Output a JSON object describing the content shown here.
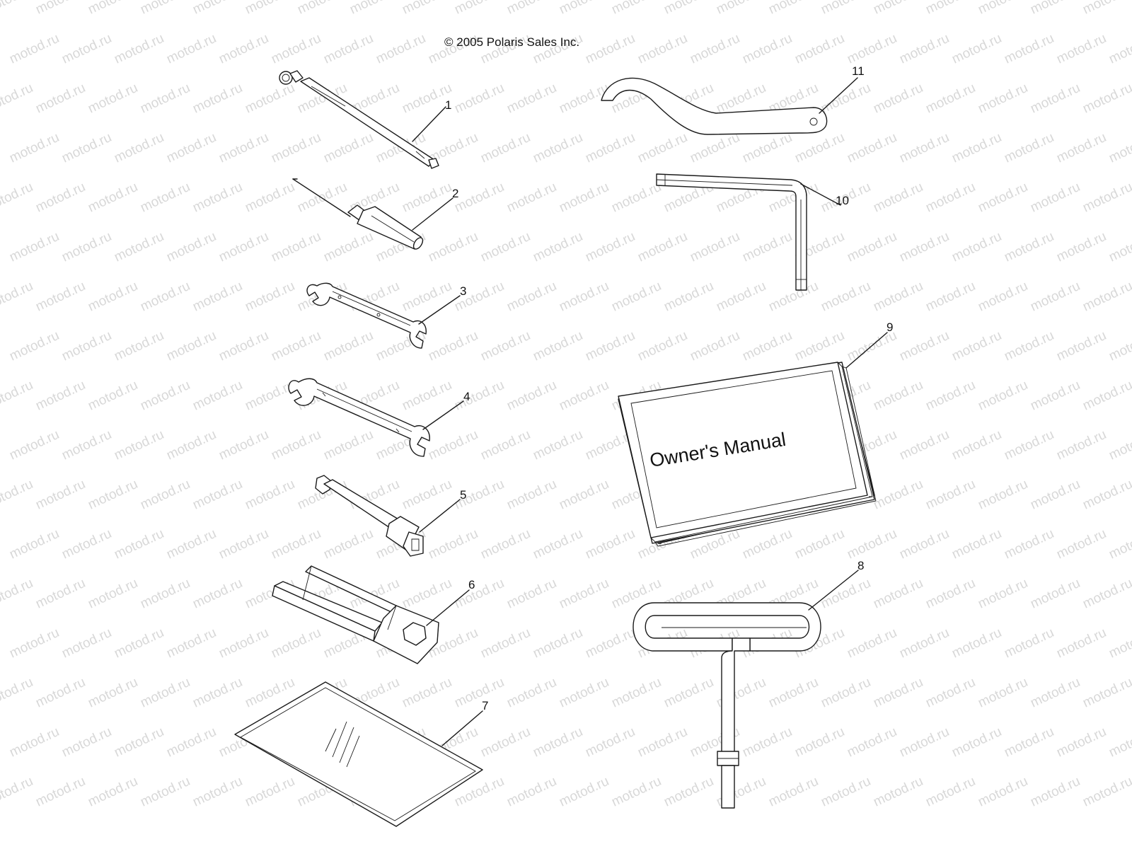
{
  "copyright": "© 2005 Polaris Sales Inc.",
  "watermark": "motod.ru",
  "manual_cover_text": "Owner's Manual",
  "parts": [
    {
      "callout": "1",
      "icon": "tire-pressure-gauge-icon"
    },
    {
      "callout": "2",
      "icon": "screwdriver-icon"
    },
    {
      "callout": "3",
      "icon": "small-open-end-wrench-icon"
    },
    {
      "callout": "4",
      "icon": "large-open-end-wrench-icon"
    },
    {
      "callout": "5",
      "icon": "spark-plug-socket-icon"
    },
    {
      "callout": "6",
      "icon": "tool-holder-icon"
    },
    {
      "callout": "7",
      "icon": "tool-bag-icon"
    },
    {
      "callout": "8",
      "icon": "t-handle-wrench-icon"
    },
    {
      "callout": "9",
      "icon": "owners-manual-icon"
    },
    {
      "callout": "10",
      "icon": "hex-key-icon"
    },
    {
      "callout": "11",
      "icon": "spanner-wrench-icon"
    }
  ]
}
